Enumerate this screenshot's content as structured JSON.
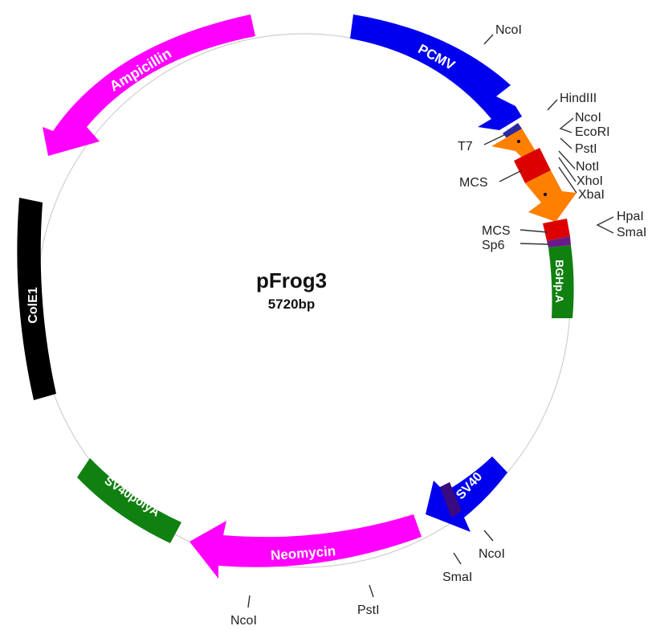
{
  "plasmid": {
    "name": "pFrog3",
    "size": "5720bp"
  },
  "features": [
    {
      "id": "pcmv",
      "label": "PCMV",
      "type": "promoter",
      "color": "#0000ee"
    },
    {
      "id": "t7",
      "label": "T7",
      "type": "primer-site",
      "color": "#2a2aa0"
    },
    {
      "id": "orange-1",
      "label": "",
      "type": "arrow",
      "color": "#ff8000"
    },
    {
      "id": "mcs-1",
      "label": "MCS",
      "type": "mcs",
      "color": "#dd0000"
    },
    {
      "id": "orange-2",
      "label": "",
      "type": "arrow",
      "color": "#ff8000"
    },
    {
      "id": "mcs-2",
      "label": "MCS",
      "type": "mcs",
      "color": "#dd0000"
    },
    {
      "id": "sp6",
      "label": "Sp6",
      "type": "primer-site",
      "color": "#6a1a8a"
    },
    {
      "id": "bgh",
      "label": "BGHp.A",
      "type": "polyA",
      "color": "#108010"
    },
    {
      "id": "sv40",
      "label": "SV40",
      "type": "promoter",
      "color": "#0000ee"
    },
    {
      "id": "sv40-origin",
      "label": "",
      "type": "origin",
      "color": "#3a0a80"
    },
    {
      "id": "neomycin",
      "label": "Neomycin",
      "type": "resistance",
      "color": "#ff00ff"
    },
    {
      "id": "sv40polya",
      "label": "SV40polyA",
      "type": "polyA",
      "color": "#108010"
    },
    {
      "id": "cole1",
      "label": "ColE1",
      "type": "origin",
      "color": "#000000"
    },
    {
      "id": "ampicillin",
      "label": "Ampicillin",
      "type": "resistance",
      "color": "#ff00ff"
    }
  ],
  "sites": [
    {
      "id": "ncoi-top",
      "label": "NcoI"
    },
    {
      "id": "hindiii",
      "label": "HindIII"
    },
    {
      "id": "ncoi-mcs",
      "label": "NcoI"
    },
    {
      "id": "ecori",
      "label": "EcoRI"
    },
    {
      "id": "psti-mcs",
      "label": "PstI"
    },
    {
      "id": "noti",
      "label": "NotI"
    },
    {
      "id": "xhoi",
      "label": "XhoI"
    },
    {
      "id": "xbai",
      "label": "XbaI"
    },
    {
      "id": "hpai",
      "label": "HpaI"
    },
    {
      "id": "smai-mcs",
      "label": "SmaI"
    },
    {
      "id": "ncoi-sv40",
      "label": "NcoI"
    },
    {
      "id": "smai-sv40",
      "label": "SmaI"
    },
    {
      "id": "psti-neo",
      "label": "PstI"
    },
    {
      "id": "ncoi-bottom",
      "label": "NcoI"
    }
  ]
}
